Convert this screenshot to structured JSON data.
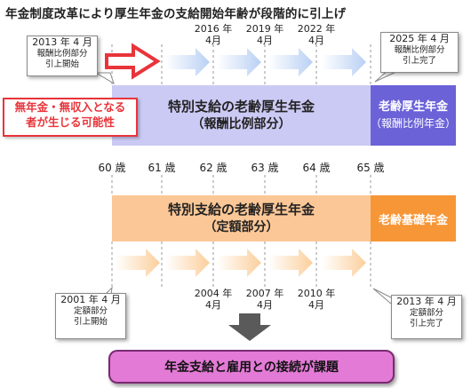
{
  "title": "年金制度改革により厚生年金の支給開始年齢が段階的に引上げ",
  "ages": [
    "60 歳",
    "61 歳",
    "62 歳",
    "63 歳",
    "64 歳",
    "65 歳"
  ],
  "top_band": {
    "label_line1": "特別支給の老齢厚生年金",
    "label_line2": "（報酬比例部分）",
    "right_line1": "老齢厚生年金",
    "right_line2": "（報酬比例年金）",
    "years": [
      {
        "year": "2016 年",
        "month": "4月"
      },
      {
        "year": "2019 年",
        "month": "4月"
      },
      {
        "year": "2022 年",
        "month": "4月"
      }
    ],
    "callout_start": {
      "year": "2013 年 4 月",
      "line1": "報酬比例部分",
      "line2": "引上開始"
    },
    "callout_end": {
      "year": "2025 年 4 月",
      "line1": "報酬比例部分",
      "line2": "引上完了"
    }
  },
  "bottom_band": {
    "label_line1": "特別支給の老齢厚生年金",
    "label_line2": "（定額部分）",
    "right_label": "老齢基礎年金",
    "years": [
      {
        "year": "2004 年",
        "month": "4月"
      },
      {
        "year": "2007 年",
        "month": "4月"
      },
      {
        "year": "2010 年",
        "month": "4月"
      }
    ],
    "callout_start": {
      "year": "2001 年 4 月",
      "line1": "定額部分",
      "line2": "引上開始"
    },
    "callout_end": {
      "year": "2013 年 4 月",
      "line1": "定額部分",
      "line2": "引上完了"
    }
  },
  "warning": {
    "line1": "無年金・無収入となる",
    "line2": "者が生じる可能性"
  },
  "issue": "年金支給と雇用との接続が課題",
  "colors": {
    "top_band": "#cbcaf4",
    "top_right": "#6b62d8",
    "bottom_band": "#fcc796",
    "bottom_right": "#f79636",
    "top_arrow": "#c4d8f6",
    "bottom_arrow": "#fbd7ac",
    "warning": "#e8343a",
    "issue": "#e37ad6",
    "down_arrow": "#5a5a5a"
  }
}
